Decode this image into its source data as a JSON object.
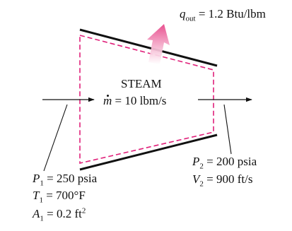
{
  "heat": {
    "symbol": "q",
    "subscript": "out",
    "value": "= 1.2 Btu/lbm"
  },
  "fluid": {
    "name": "STEAM",
    "flow_symbol": "m",
    "flow_value": "= 10 lbm/s"
  },
  "inlet": {
    "pressure": {
      "symbol": "P",
      "subscript": "1",
      "value": "= 250 psia"
    },
    "temperature": {
      "symbol": "T",
      "subscript": "1",
      "value": "= 700°F"
    },
    "area": {
      "symbol": "A",
      "subscript": "1",
      "value": "= 0.2 ft",
      "superscript": "2"
    }
  },
  "outlet": {
    "pressure": {
      "symbol": "P",
      "subscript": "2",
      "value": "= 200 psia"
    },
    "velocity": {
      "symbol": "V",
      "subscript": "2",
      "value": "= 900 ft/s"
    }
  },
  "colors": {
    "wall": "#111111",
    "control_volume": "#e0207a",
    "heat_arrow": "#ea5c9c"
  }
}
